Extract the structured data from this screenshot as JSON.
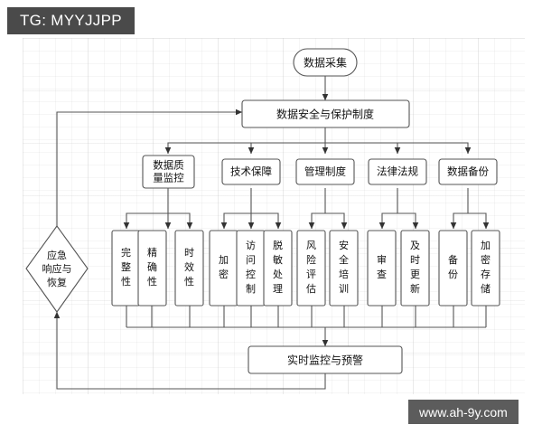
{
  "header": {
    "tag_label": "TG: MYYJJPP"
  },
  "watermark": {
    "text": "www.ah-9y.com"
  },
  "colors": {
    "tag_background": "#4a4a4a",
    "watermark_background": "#5c5c5c",
    "node_stroke": "#555555",
    "node_fill": "#ffffff",
    "canvas_background": "#ffffff",
    "grid_line": "#aaaaaa"
  },
  "flowchart": {
    "start_node": {
      "label": "数据采集",
      "shape": "rounded-terminator"
    },
    "policy_node": {
      "label": "数据安全与保护制度",
      "shape": "rectangle"
    },
    "decision_node": {
      "label": "应急响应与恢复",
      "lines": [
        "应急",
        "响应与",
        "恢复"
      ],
      "shape": "diamond"
    },
    "monitor_node": {
      "label": "实时监控与预警",
      "shape": "rectangle"
    },
    "categories": [
      {
        "label": "数据质量监控",
        "lines": [
          "数据质",
          "量监控"
        ],
        "children": [
          {
            "label": "完整性",
            "chars": [
              "完",
              "整",
              "性"
            ]
          },
          {
            "label": "精确性",
            "chars": [
              "精",
              "确",
              "性"
            ]
          },
          {
            "label": "时效性",
            "chars": [
              "时",
              "效",
              "性"
            ]
          }
        ]
      },
      {
        "label": "技术保障",
        "lines": [
          "技术保障"
        ],
        "children": [
          {
            "label": "加密",
            "chars": [
              "加",
              "密"
            ]
          },
          {
            "label": "访问控制",
            "chars": [
              "访",
              "问",
              "控",
              "制"
            ]
          },
          {
            "label": "脱敏处理",
            "chars": [
              "脱",
              "敏",
              "处",
              "理"
            ]
          }
        ]
      },
      {
        "label": "管理制度",
        "lines": [
          "管理制度"
        ],
        "children": [
          {
            "label": "风险评估",
            "chars": [
              "风",
              "险",
              "评",
              "估"
            ]
          },
          {
            "label": "安全培训",
            "chars": [
              "安",
              "全",
              "培",
              "训"
            ]
          }
        ]
      },
      {
        "label": "法律法规",
        "lines": [
          "法律法规"
        ],
        "children": [
          {
            "label": "审查",
            "chars": [
              "审",
              "查"
            ]
          },
          {
            "label": "及时更新",
            "chars": [
              "及",
              "时",
              "更",
              "新"
            ]
          }
        ]
      },
      {
        "label": "数据备份",
        "lines": [
          "数据备份"
        ],
        "children": [
          {
            "label": "备份",
            "chars": [
              "备",
              "份"
            ]
          },
          {
            "label": "加密存储",
            "chars": [
              "加",
              "密",
              "存",
              "储"
            ]
          }
        ]
      }
    ]
  }
}
